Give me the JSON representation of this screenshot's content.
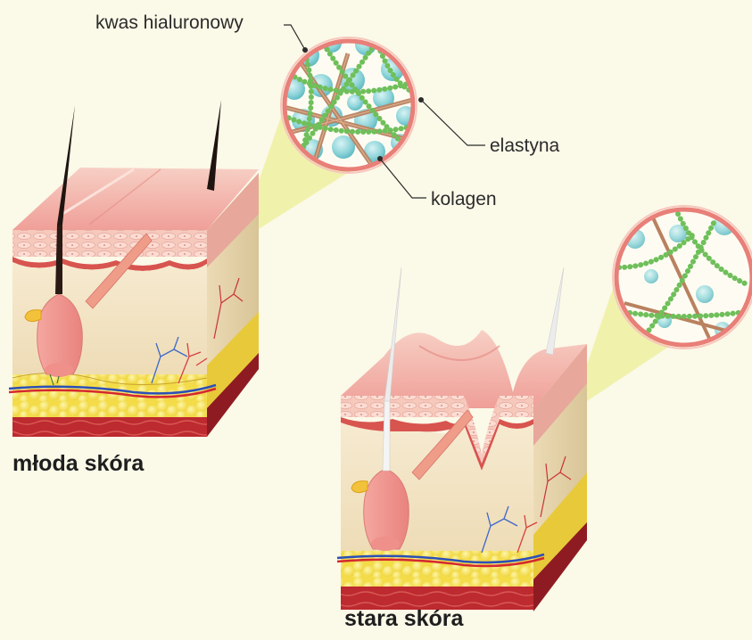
{
  "labels": {
    "hyaluronic_acid": "kwas hialuronowy",
    "elastin": "elastyna",
    "collagen": "kolagen",
    "young_skin": "młoda skóra",
    "old_skin": "stara skóra"
  },
  "colors": {
    "background": "#fbf9e8",
    "epidermis": "#f3b8ae",
    "dermis": "#f4e4c6",
    "fat": "#f4e14a",
    "base": "#b9262c",
    "magnifier_ring": "#e87f78",
    "callout_beam": "#eef1a5",
    "collagen_fiber": "#b9815f",
    "elastin_fiber": "#6fbf5a",
    "hyaluronic_sphere": "#7fd0d8"
  },
  "icons": {
    "young_skin_block": "young-skin-cross-section",
    "old_skin_block": "old-skin-cross-section",
    "young_magnifier": "magnifier-young-fibers",
    "old_magnifier": "magnifier-old-fibers"
  }
}
